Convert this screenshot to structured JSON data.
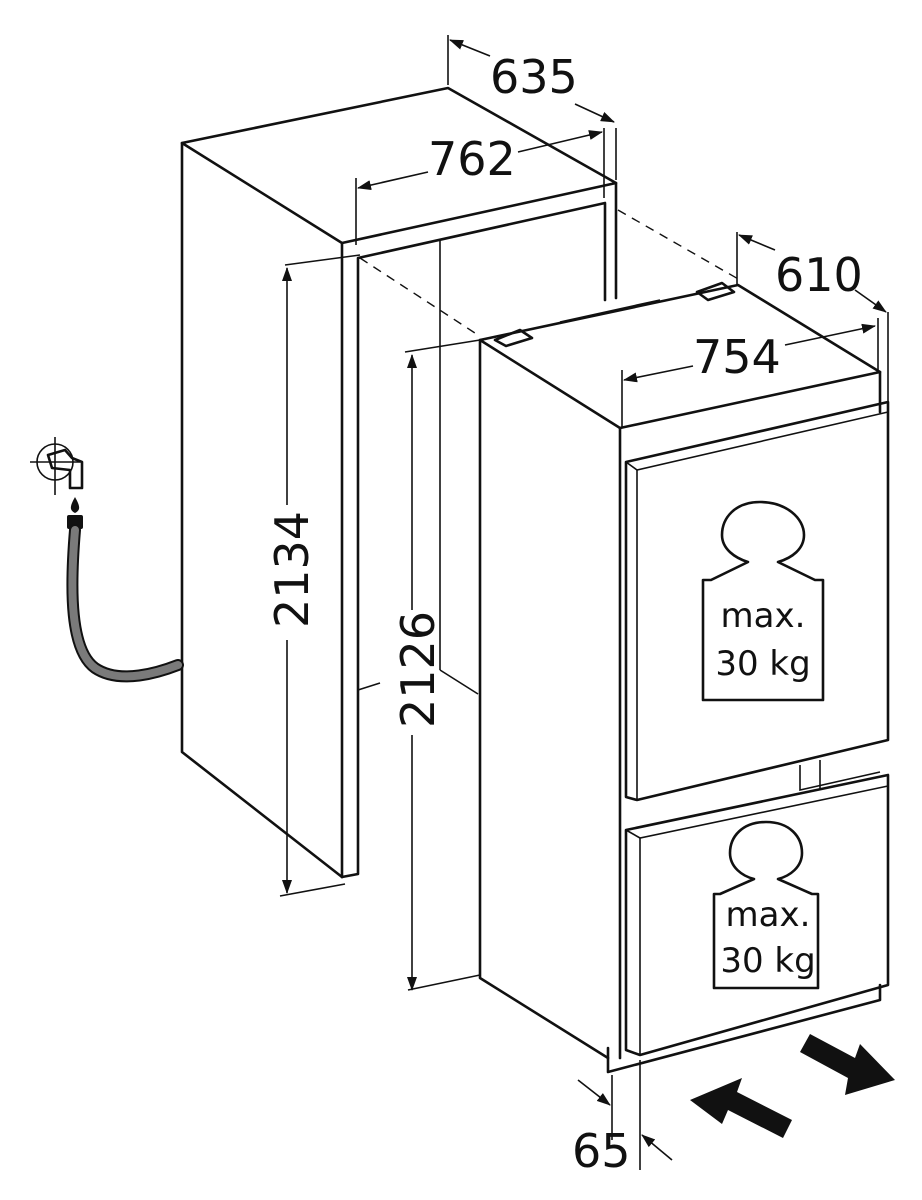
{
  "dimensions": {
    "niche_depth": "635",
    "niche_width": "762",
    "niche_height": "2134",
    "appliance_depth": "610",
    "appliance_width": "754",
    "appliance_height": "2126",
    "door_offset": "65"
  },
  "weight_limits": {
    "upper_door": {
      "line1": "max.",
      "line2": "30 kg"
    },
    "lower_door": {
      "line1": "max.",
      "line2": "30 kg"
    }
  },
  "icons": {
    "water_tap": "water-tap-icon",
    "water_hose": "water-hose-icon",
    "weight": "weight-icon",
    "arrow_in": "push-in-arrow-icon",
    "arrow_out": "pull-out-arrow-icon"
  },
  "colors": {
    "line": "#111111",
    "hose": "#7a7a7a",
    "background": "#ffffff"
  }
}
